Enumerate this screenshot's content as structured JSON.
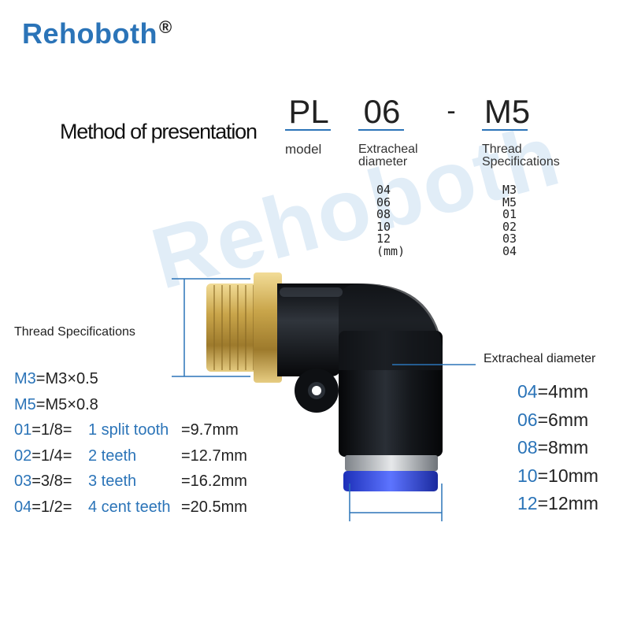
{
  "brand": {
    "name": "Rehoboth",
    "mark": "®"
  },
  "watermark": "Rehoboth",
  "method": {
    "label": "Method of presentation",
    "codes": [
      {
        "code": "PL",
        "sublabel": [
          "model"
        ]
      },
      {
        "code": "06",
        "sublabel": [
          "Extracheal",
          "diameter"
        ]
      },
      {
        "code": "-",
        "sublabel": []
      },
      {
        "code": "M5",
        "sublabel": [
          "Thread",
          "Specifications"
        ]
      }
    ],
    "diameter_options": [
      "04",
      "06",
      "08",
      "10",
      "12",
      "(mm)"
    ],
    "thread_options": [
      "M3",
      "M5",
      "01",
      "02",
      "03",
      "04"
    ]
  },
  "thread_specs": {
    "title": "Thread Specifications",
    "rows": [
      {
        "code": "M3",
        "eq": "=M3×0.5",
        "teeth": "",
        "size": ""
      },
      {
        "code": "M5",
        "eq": "=M5×0.8",
        "teeth": "",
        "size": ""
      },
      {
        "code": "01",
        "eq": "=1/8=",
        "teeth": "1 split tooth",
        "size": "=9.7mm"
      },
      {
        "code": "02",
        "eq": "=1/4=",
        "teeth": "2 teeth",
        "size": "=12.7mm"
      },
      {
        "code": "03",
        "eq": "=3/8=",
        "teeth": "3 teeth",
        "size": "=16.2mm"
      },
      {
        "code": "04",
        "eq": "=1/2=",
        "teeth": "4 cent teeth",
        "size": "=20.5mm"
      }
    ]
  },
  "extracheal": {
    "title": "Extracheal diameter",
    "rows": [
      {
        "code": "04",
        "value": "=4mm"
      },
      {
        "code": "06",
        "value": "=6mm"
      },
      {
        "code": "08",
        "value": "=8mm"
      },
      {
        "code": "10",
        "value": "=10mm"
      },
      {
        "code": "12",
        "value": "=12mm"
      }
    ]
  },
  "colors": {
    "accent": "#2b74b8",
    "text": "#222222",
    "brass": "#c9a54a",
    "body": "#15181c",
    "collet": "#2e46d8"
  }
}
